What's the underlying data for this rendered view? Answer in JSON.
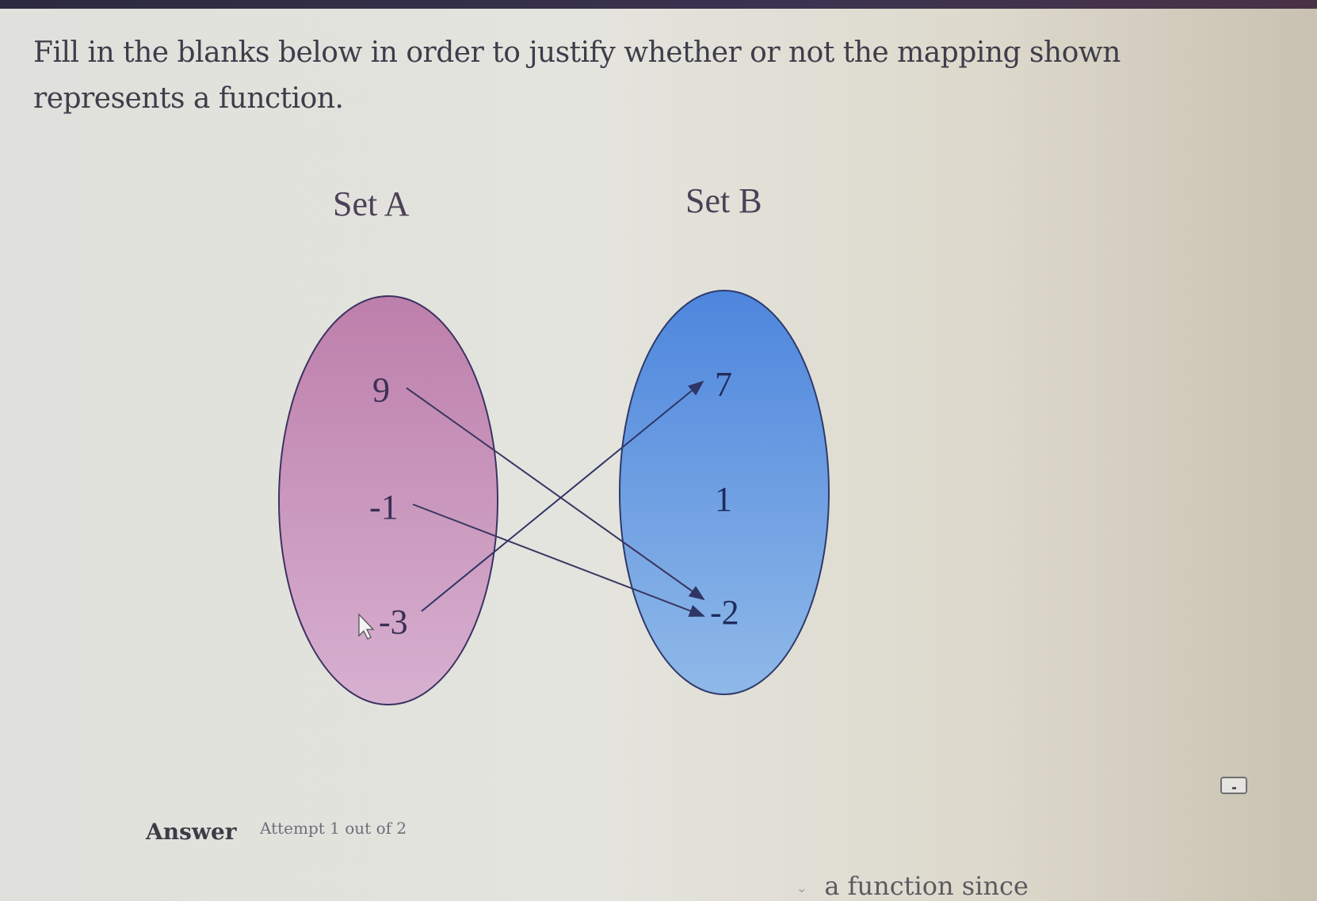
{
  "question": {
    "text": "Fill in the blanks below in order to justify whether or not the mapping shown represents a function."
  },
  "diagram": {
    "set_a": {
      "label": "Set A",
      "elements": [
        "9",
        "-1",
        "-3"
      ],
      "color_top": "#bd7fab",
      "color_bottom": "#d7b0d0"
    },
    "set_b": {
      "label": "Set B",
      "elements": [
        "7",
        "1",
        "-2"
      ],
      "color_top": "#4e86dd",
      "color_bottom": "#8fb9e8"
    },
    "mappings": [
      {
        "from": "9",
        "to": "-2"
      },
      {
        "from": "-1",
        "to": "-2"
      },
      {
        "from": "-3",
        "to": "7"
      }
    ]
  },
  "answer": {
    "label": "Answer",
    "attempt": "Attempt 1 out of 2",
    "dropdown_icon": "chevron-down-icon",
    "sentence_fragment": "a function since"
  },
  "toolbar": {
    "keyboard_icon": "keyboard-icon"
  }
}
